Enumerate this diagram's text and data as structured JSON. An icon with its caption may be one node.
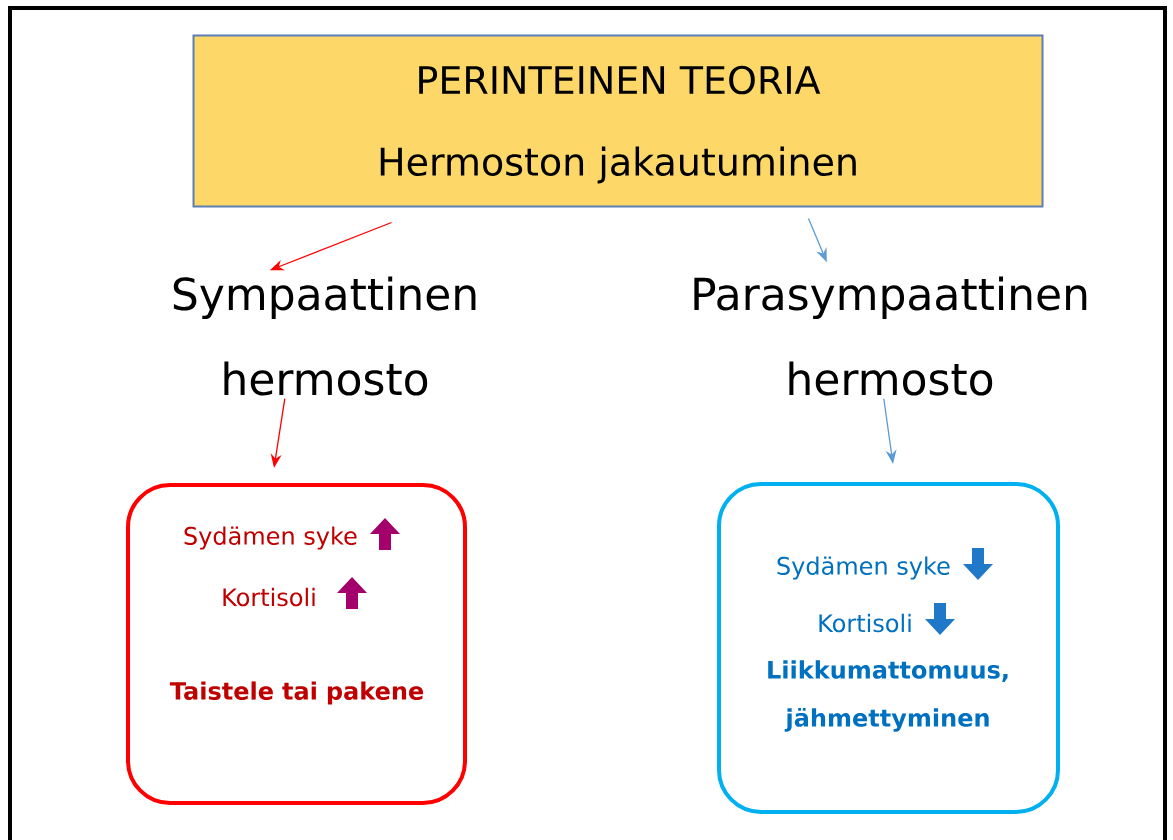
{
  "diagram": {
    "nodes": [
      {
        "text": [
          "PERINTEINEN TEORIA",
          "Hermoston jakautuminen"
        ]
      },
      {
        "text": [
          "Sympaattinen hermosto"
        ]
      },
      {
        "text": [
          "Parasympaattinen hermosto"
        ]
      },
      {
        "text": [
          "Sydämen syke",
          "Kortisoli",
          "Taistele tai pakene"
        ]
      },
      {
        "text": [
          "Sydämen syke",
          "Kortisoli",
          "Liikkumattomuus, jähmettyminen"
        ]
      }
    ],
    "edges": [
      {
        "from": 0,
        "to": 1,
        "arrow": "to",
        "color": "#ff0000"
      },
      {
        "from": 0,
        "to": 2,
        "arrow": "to",
        "color": "#5b9bd5"
      },
      {
        "from": 1,
        "to": 3,
        "arrow": "to",
        "color": "#ff0000"
      },
      {
        "from": 2,
        "to": 4,
        "arrow": "to",
        "color": "#5b9bd5"
      }
    ]
  }
}
